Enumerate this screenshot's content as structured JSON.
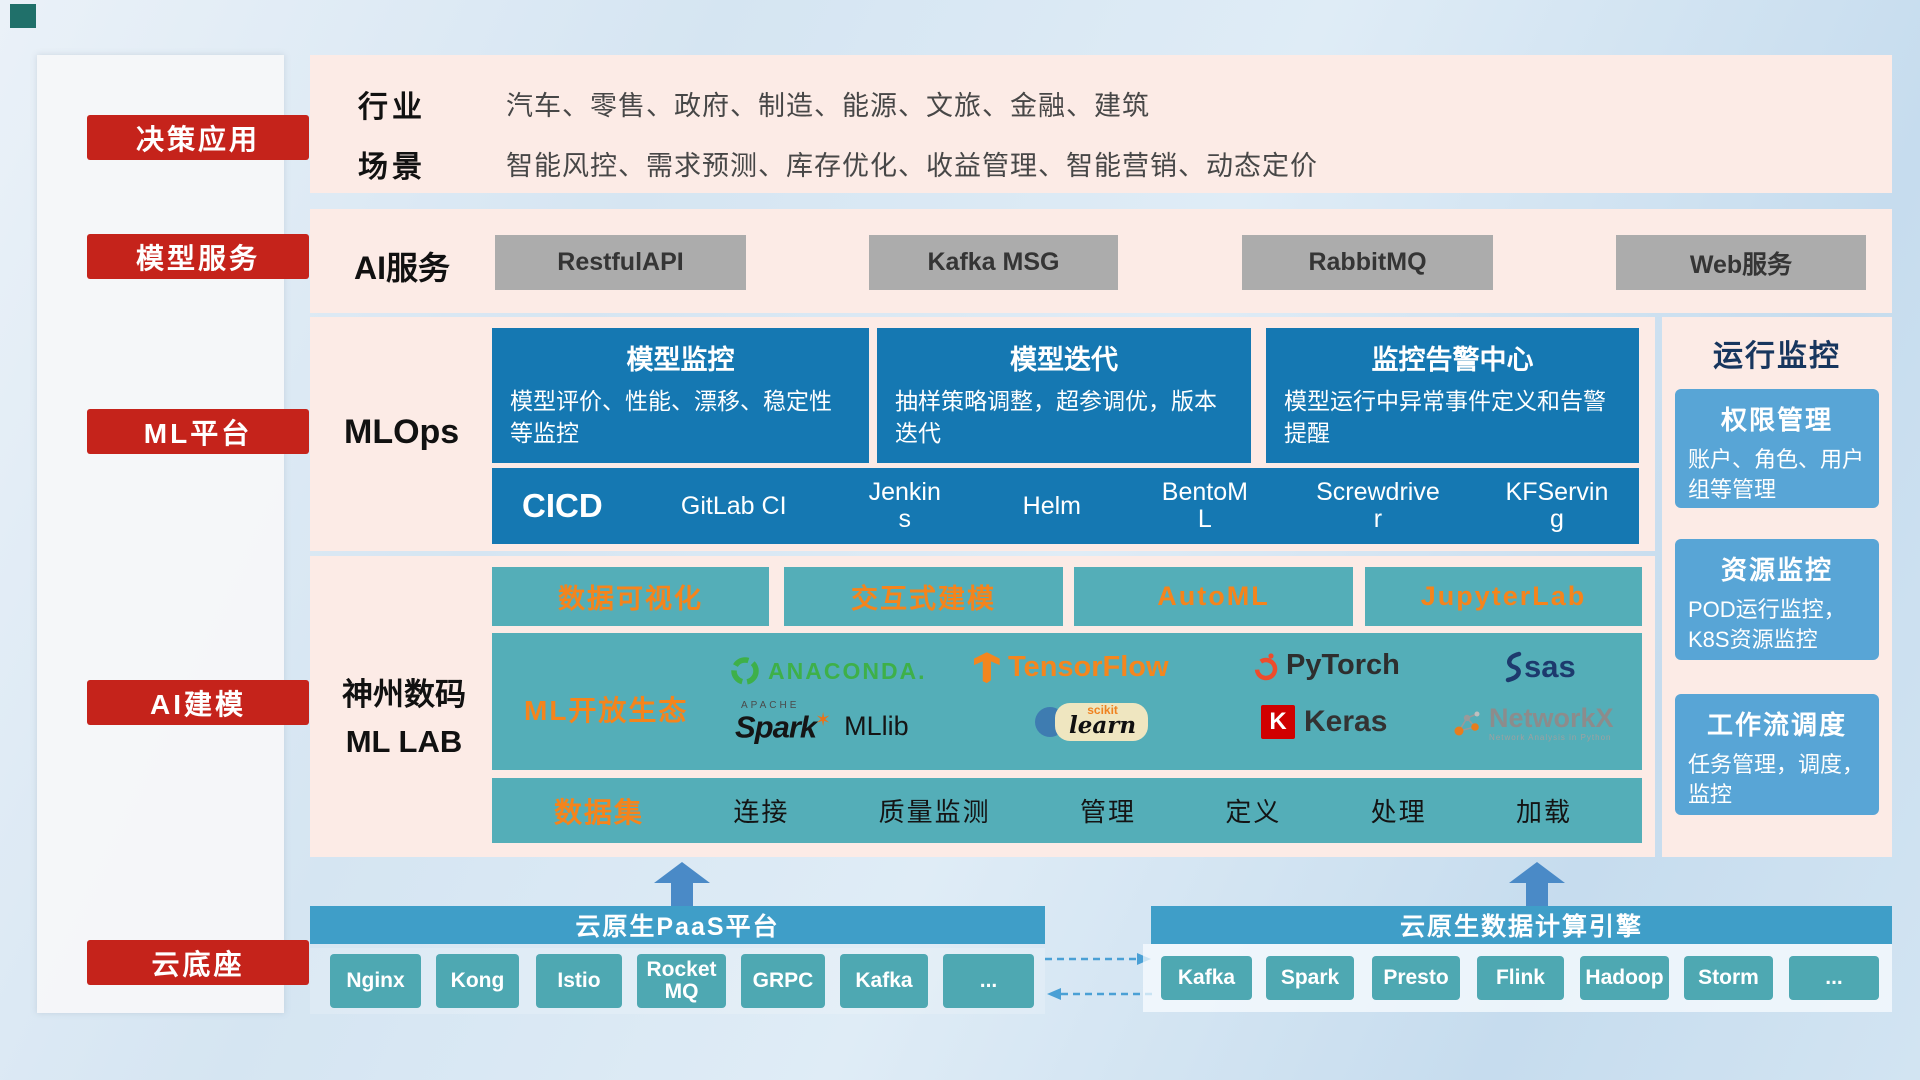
{
  "sidebar": {
    "items": [
      {
        "label": "决策应用"
      },
      {
        "label": "模型服务"
      },
      {
        "label": "ML平台"
      },
      {
        "label": "AI建模"
      },
      {
        "label": "云底座"
      }
    ]
  },
  "industry": {
    "row1_label": "行业",
    "row1_text": "汽车、零售、政府、制造、能源、文旅、金融、建筑",
    "row2_label": "场景",
    "row2_text": "智能风控、需求预测、库存优化、收益管理、智能营销、动态定价"
  },
  "ai_service": {
    "label": "AI服务",
    "buttons": [
      "RestfulAPI",
      "Kafka MSG",
      "RabbitMQ",
      "Web服务"
    ]
  },
  "mlops": {
    "label": "MLOps",
    "cards": [
      {
        "title": "模型监控",
        "desc": "模型评价、性能、漂移、稳定性等监控"
      },
      {
        "title": "模型迭代",
        "desc": "抽样策略调整，超参调优，版本迭代"
      },
      {
        "title": "监控告警中心",
        "desc": "模型运行中异常事件定义和告警提醒"
      }
    ],
    "cicd_label": "CICD",
    "cicd_items": [
      "GitLab CI",
      "Jenkins",
      "Helm",
      "BentoML",
      "Screwdriver",
      "KFServing"
    ]
  },
  "monitor": {
    "title": "运行监控",
    "cards": [
      {
        "title": "权限管理",
        "desc": "账户、角色、用户组等管理"
      },
      {
        "title": "资源监控",
        "desc": "POD运行监控，K8S资源监控"
      },
      {
        "title": "工作流调度",
        "desc": "任务管理，调度，监控"
      }
    ]
  },
  "mllab": {
    "label_line1": "神州数码",
    "label_line2": "ML LAB",
    "tools": [
      "数据可视化",
      "交互式建模",
      "AutoML",
      "JupyterLab"
    ],
    "eco_label": "ML开放生态",
    "logos": {
      "anaconda": "ANACONDA.",
      "tensorflow": "TensorFlow",
      "pytorch": "PyTorch",
      "sas": "sas",
      "spark_small": "APACHE",
      "spark": "Spark",
      "spark_star": "✶",
      "mllib": "MLlib",
      "sklearn_top": "scikit",
      "sklearn": "learn",
      "keras_k": "K",
      "keras": "Keras",
      "networkx": "NetworkX",
      "networkx_sub": "Network Analysis in Python"
    },
    "dataset_label": "数据集",
    "dataset_items": [
      "连接",
      "质量监测",
      "管理",
      "定义",
      "处理",
      "加载"
    ]
  },
  "bottom": {
    "paas_title": "云原生PaaS平台",
    "paas_items": [
      "Nginx",
      "Kong",
      "Istio",
      "RocketMQ",
      "GRPC",
      "Kafka",
      "..."
    ],
    "engine_title": "云原生数据计算引擎",
    "engine_items": [
      "Kafka",
      "Spark",
      "Presto",
      "Flink",
      "Hadoop",
      "Storm",
      "..."
    ]
  },
  "colors": {
    "badge_red": "#c5231b",
    "panel_pink": "#fcebe6",
    "card_blue": "#1578b2",
    "teal": "#54aeb8",
    "accent_orange": "#f5841c",
    "monitor_card_blue": "#58a5d6",
    "bottom_header_blue": "#3f9ec8",
    "bottom_item_teal": "#4ea8b2"
  }
}
